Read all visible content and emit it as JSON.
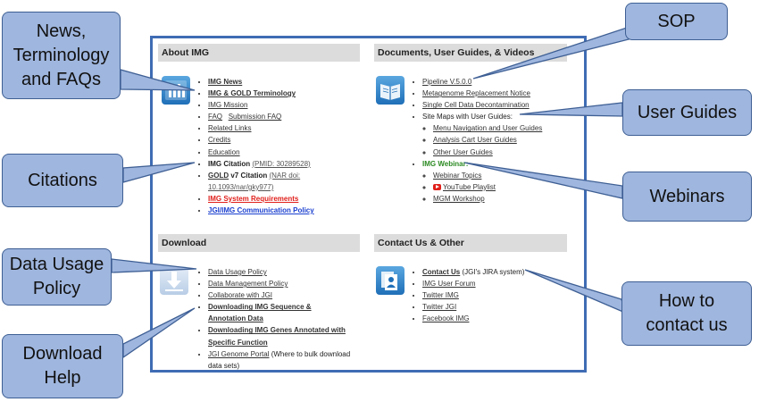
{
  "sections": {
    "about": {
      "title": "About IMG",
      "items": {
        "news": "IMG News",
        "terminology": "IMG & GOLD Terminology",
        "mission": "IMG Mission",
        "faq": "FAQ",
        "submission_faq": "Submission FAQ",
        "related": "Related Links",
        "credits": "Credits",
        "education": "Education",
        "citation_label": "IMG Citation",
        "citation_pmid": "(PMID: 30289528)",
        "gold_label": "GOLD",
        "gold_v7": " v7 Citation",
        "gold_nar_1": "(NAR doi:",
        "gold_nar_2": "10.1093/nar/gky977)",
        "requirements": "IMG System Requirements",
        "policy": "JGI/IMG Communication Policy"
      }
    },
    "docs": {
      "title": "Documents, User Guides, & Videos",
      "items": {
        "pipeline": "Pipeline V.5.0.0",
        "metagenome": "Metagenome Replacement Notice",
        "single_cell": "Single Cell Data Decontamination",
        "site_maps": "Site Maps with User Guides:",
        "menu_nav": "Menu Navigation and User Guides",
        "analysis_cart": "Analysis Cart User Guides",
        "other_guides": "Other User Guides",
        "webinar": "IMG Webinar:",
        "webinar_topics": "Webinar Topics",
        "youtube": "YouTube Playlist",
        "mgm": "MGM Workshop"
      }
    },
    "download": {
      "title": "Download",
      "items": {
        "usage": "Data Usage Policy",
        "management": "Data Management Policy",
        "collaborate": "Collaborate with JGI",
        "seq_1": "Downloading IMG Sequence &",
        "seq_2": "Annotation Data",
        "genes_1": "Downloading IMG Genes Annotated with",
        "genes_2": "Specific Function",
        "portal": "JGI Genome Portal",
        "portal_note_1": " (Where to bulk download",
        "portal_note_2": "data sets)"
      }
    },
    "contact": {
      "title": "Contact Us & Other",
      "items": {
        "contact": "Contact Us",
        "contact_note": " (JGI's JIRA system)",
        "forum": "IMG User Forum",
        "twitter_img": "Twitter IMG",
        "twitter_jgi": "Twitter JGI",
        "facebook": "Facebook IMG"
      }
    }
  },
  "callouts": {
    "news": [
      "News,",
      "Terminology",
      "and FAQs"
    ],
    "citations": "Citations",
    "data_usage": [
      "Data Usage",
      "Policy"
    ],
    "download_help": [
      "Download",
      "Help"
    ],
    "sop": "SOP",
    "user_guides": "User Guides",
    "webinars": "Webinars",
    "contact": [
      "How to",
      "contact us"
    ]
  },
  "colors": {
    "callout_fill": "#9fb6de",
    "callout_border": "#3e5f94",
    "panel_border": "#3f6cb3",
    "link_red": "#e0201b",
    "link_blue": "#1a3fcf",
    "webinar_green": "#2b8a22"
  },
  "icons": [
    "chart-book-icon",
    "book-icon",
    "download-arrow-icon",
    "contact-card-icon",
    "youtube-icon"
  ]
}
